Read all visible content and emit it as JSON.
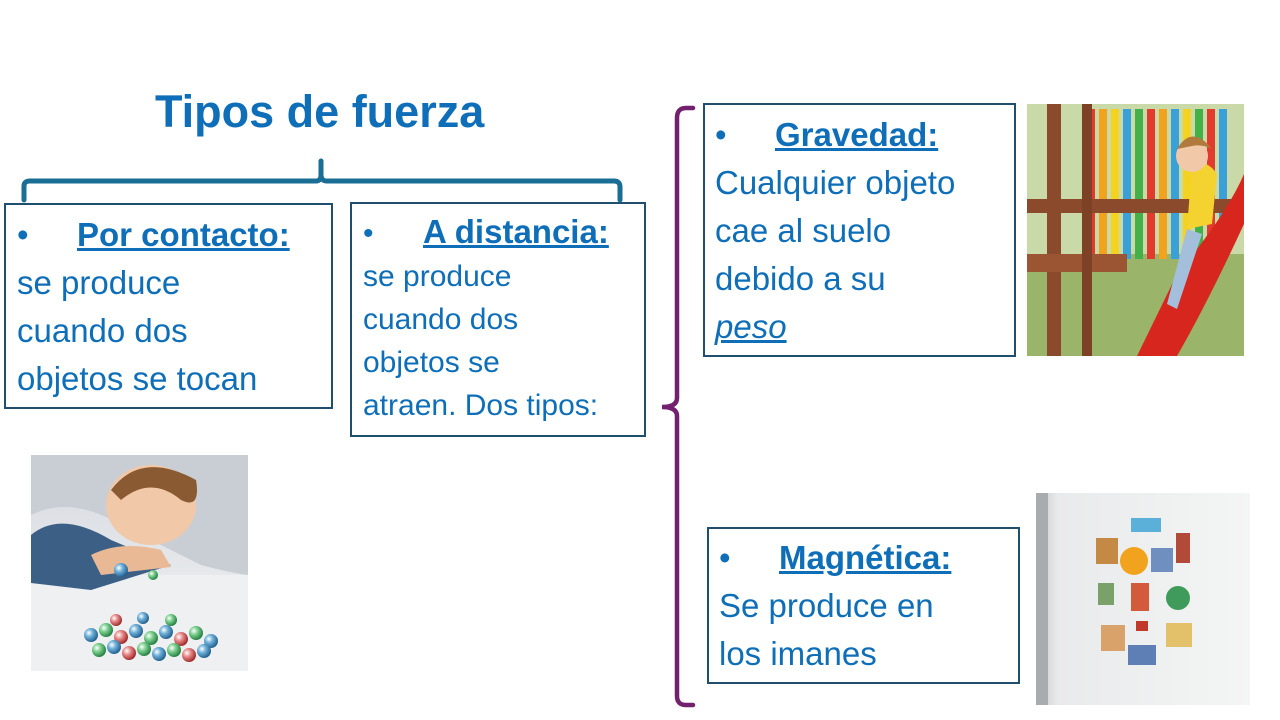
{
  "title": "Tipos de fuerza",
  "contact": {
    "bullet": "•",
    "label": "Por contacto:",
    "body": "se produce\ncuando dos\nobjetos se tocan"
  },
  "distance": {
    "bullet": "•",
    "label": "A distancia:",
    "body": "se produce\ncuando dos\nobjetos se\natraen. Dos tipos:"
  },
  "gravity": {
    "bullet": "•",
    "label": "Gravedad:",
    "body": "Cualquier objeto\ncae al suelo\ndebido a su",
    "emphasis": "peso"
  },
  "magnetic": {
    "bullet": "•",
    "label": "Magnética:",
    "body": "Se produce en\nlos imanes"
  },
  "colors": {
    "text": "#0e6eb8",
    "bracket_top": "#1a6d94",
    "bracket_right": "#73206e",
    "box_border": "#1f4e6e"
  },
  "images": [
    "boy-marbles-photo",
    "child-slide-photo",
    "fridge-magnets-photo"
  ]
}
